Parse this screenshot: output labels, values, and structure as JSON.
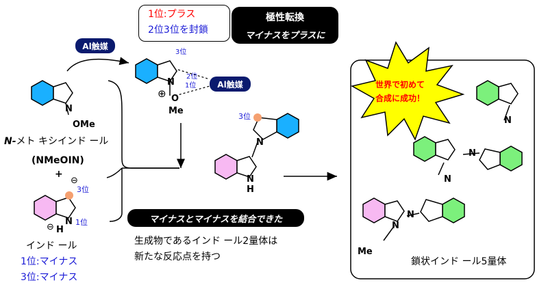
{
  "colors": {
    "benzene_blue": "#1ab0ff",
    "indole_green": "#7cf07c",
    "indole_pink": "#f7b9f2",
    "badge_navy": "#0a1a6e",
    "badge_text": "#ffffff",
    "starburst_yellow": "#ffff00",
    "red_text": "#ff0000",
    "blue_text": "#1a1ad6",
    "highlight_orange": "#f5a070",
    "panel_border": "#000000"
  },
  "reagent": {
    "name": "N-メト キシインド ール",
    "name_prefix": "N-",
    "name_rest": "メト キシインド ール",
    "abbrev": "(NMeOIN)",
    "substituent": "OMe",
    "plus": "+"
  },
  "indole": {
    "name": "インド ール",
    "pos3_label": "3位",
    "pos1_label": "1位",
    "nh_label": "N",
    "h_label": "H",
    "minus_symbol": "⊖",
    "pos1_charge": "1位:マイナス",
    "pos3_charge": "3位:マイナス"
  },
  "catalyst_badge": "Al触媒",
  "intermediate": {
    "pos3_label": "3位",
    "pos2_label": "2位",
    "pos1_label": "1位",
    "n_label": "N",
    "o_label": "O",
    "me_label": "Me",
    "plus_symbol": "⊕",
    "catalyst_badge": "Al触媒"
  },
  "info_box": {
    "line1": "1位:プラス",
    "line2": "2位3位を封鎖"
  },
  "polarity_badge": {
    "line1": "極性転換",
    "line2": "マイナスをプラスに"
  },
  "dimer": {
    "pos3_label": "3位",
    "n_label": "N",
    "nh_label": "N",
    "h_label": "H"
  },
  "combine_badge": "マイナスとマイナスを結合できた",
  "dimer_caption": {
    "line1": "生成物であるインド ール2量体は",
    "line2": "新たな反応点を持つ"
  },
  "starburst": {
    "line1": "世界で初めて",
    "line2": "合成に成功！"
  },
  "pentamer": {
    "n_label": "N",
    "me_label": "Me",
    "caption": "鎖状インド ール5量体"
  }
}
